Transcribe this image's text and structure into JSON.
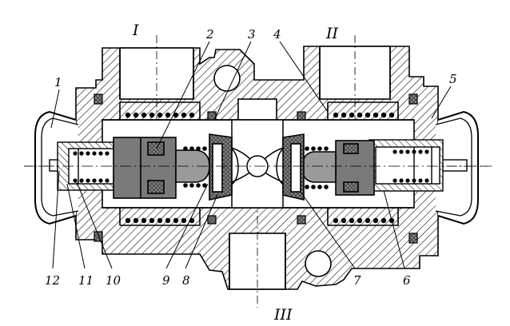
{
  "figure": {
    "ports": {
      "upper_left": "I",
      "upper_right": "II",
      "bottom": "III"
    },
    "callouts": [
      "1",
      "2",
      "3",
      "4",
      "5",
      "6",
      "7",
      "8",
      "9",
      "10",
      "11",
      "12"
    ],
    "colors": {
      "line": "#000000",
      "hatch": "#000000",
      "piston_fill": "#7a7a7a",
      "background": "#ffffff"
    }
  }
}
